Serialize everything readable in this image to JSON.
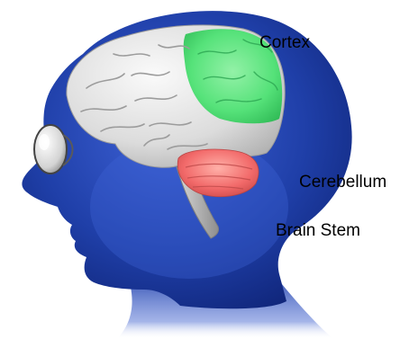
{
  "labels": {
    "cortex": "Cortex",
    "cerebellum": "Cerebellum",
    "brain_stem": "Brain Stem"
  },
  "colors": {
    "background": "#ffffff",
    "head": "#1f3fa8",
    "head_dark": "#0c1f6e",
    "brain": "#e6e6e6",
    "cortex_highlight": "#3ee06a",
    "cerebellum_highlight": "#f26a6a",
    "brain_stem": "#b8b8b8",
    "label_text": "#000000"
  },
  "icons": {
    "eye": "eye-icon"
  }
}
